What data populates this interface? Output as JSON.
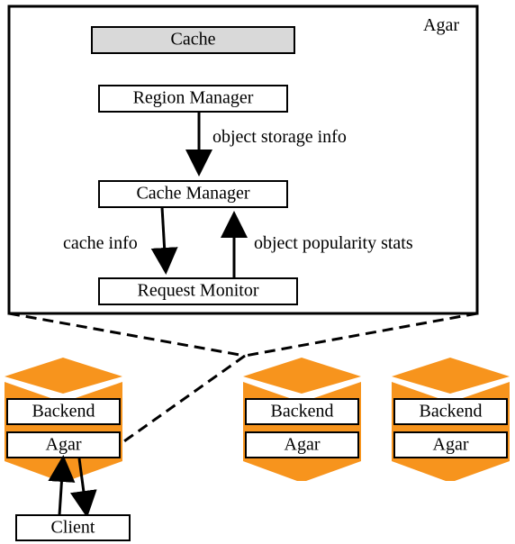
{
  "diagram": {
    "container_label": "Agar",
    "components": {
      "cache": "Cache",
      "region_manager": "Region Manager",
      "cache_manager": "Cache Manager",
      "request_monitor": "Request Monitor"
    },
    "edges": {
      "region_to_cache_manager": "object storage info",
      "cache_manager_to_request_monitor": "cache info",
      "request_monitor_to_cache_manager": "object popularity stats"
    },
    "nodes": [
      {
        "backend": "Backend",
        "agar": "Agar"
      },
      {
        "backend": "Backend",
        "agar": "Agar"
      },
      {
        "backend": "Backend",
        "agar": "Agar"
      }
    ],
    "client": "Client"
  },
  "colors": {
    "node_fill": "#f7941d",
    "cache_fill": "#d9d9d9",
    "stroke": "#000000",
    "background": "#ffffff"
  }
}
